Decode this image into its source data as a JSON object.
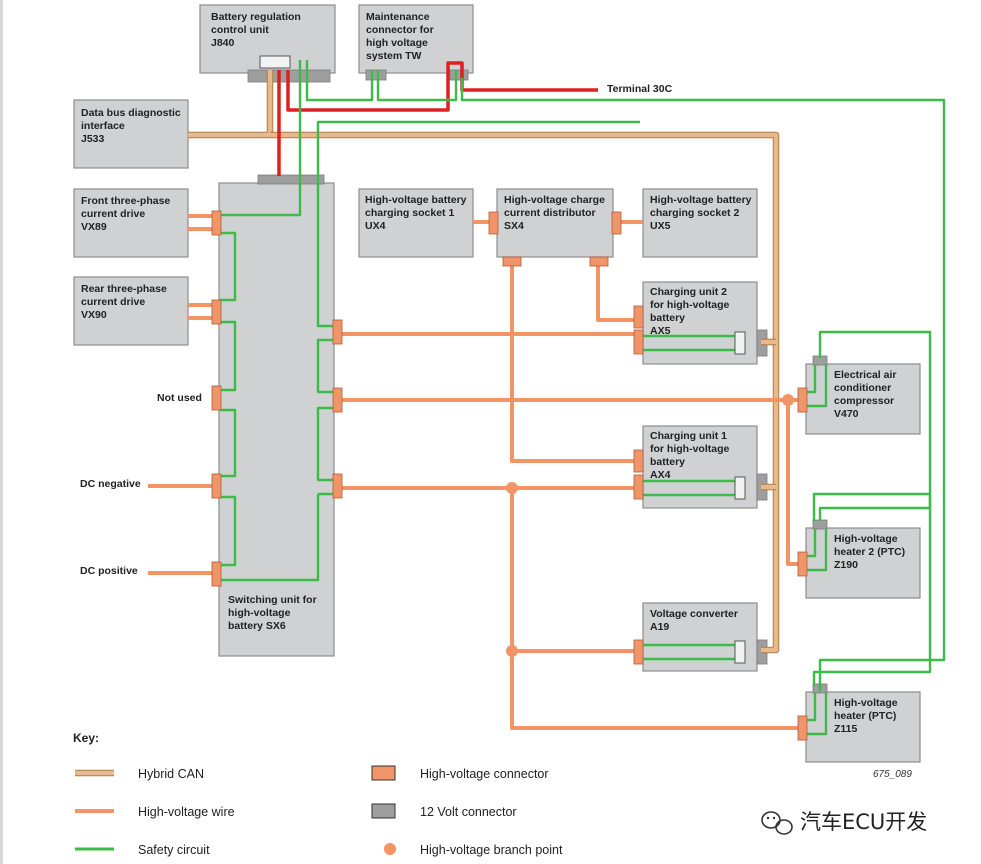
{
  "components": {
    "j840": [
      "Battery regulation",
      "control unit",
      "J840"
    ],
    "tw": [
      "Maintenance",
      "connector for",
      "high voltage",
      "system TW"
    ],
    "j533": [
      "Data bus diagnostic",
      "interface",
      "J533"
    ],
    "vx89": [
      "Front three-phase",
      "current drive",
      "VX89"
    ],
    "vx90": [
      "Rear three-phase",
      "current drive",
      "VX90"
    ],
    "ux4": [
      "High-voltage battery",
      "charging socket 1",
      "UX4"
    ],
    "sx4": [
      "High-voltage charge",
      "current distributor",
      "SX4"
    ],
    "ux5": [
      "High-voltage battery",
      "charging socket 2",
      "UX5"
    ],
    "ax5": [
      "Charging unit 2",
      "for high-voltage",
      "battery",
      "AX5"
    ],
    "ax4": [
      "Charging unit 1",
      "for high-voltage",
      "battery",
      "AX4"
    ],
    "a19": [
      "Voltage converter",
      "A19"
    ],
    "v470": [
      "Electrical air",
      "conditioner",
      "compressor",
      "V470"
    ],
    "z190": [
      "High-voltage",
      "heater 2 (PTC)",
      "Z190"
    ],
    "z115": [
      "High-voltage",
      "heater (PTC)",
      "Z115"
    ],
    "sx6": [
      "Switching unit for",
      "high-voltage",
      "battery SX6"
    ]
  },
  "labels": {
    "terminal_30c": "Terminal 30C",
    "not_used": "Not used",
    "dc_negative": "DC negative",
    "dc_positive": "DC positive"
  },
  "key": {
    "title": "Key:",
    "hybrid_can": "Hybrid CAN",
    "hv_wire": "High-voltage wire",
    "safety_circuit": "Safety circuit",
    "hv_connector": "High-voltage connector",
    "twelve_volt_connector": "12 Volt connector",
    "hv_branch_point": "High-voltage branch point"
  },
  "figure_number": "675_089",
  "watermark": "汽车ECU开发",
  "colors": {
    "hybrid_can": "#e8b98c",
    "hv_wire": "#f29466",
    "safety_circuit": "#3dbb4a",
    "terminal_30c": "#e02020",
    "box_fill": "#cfd1d3"
  }
}
